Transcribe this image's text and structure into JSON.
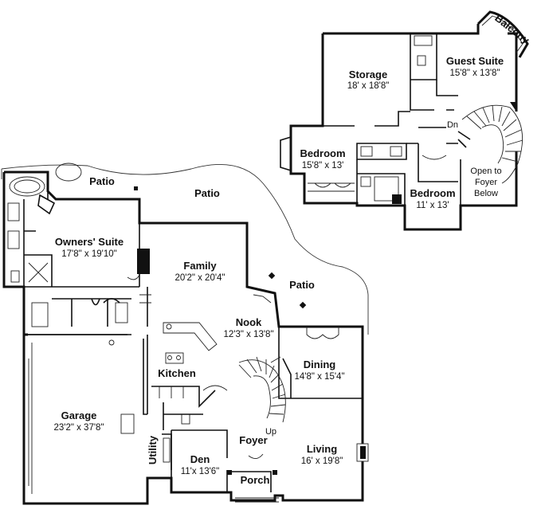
{
  "rooms": {
    "storage": {
      "name": "Storage",
      "dim": "18' x 18'8\""
    },
    "guest_suite": {
      "name": "Guest Suite",
      "dim": "15'8\" x 13'8\""
    },
    "balcony": {
      "name": "Balcony"
    },
    "bedroom_upper_left": {
      "name": "Bedroom",
      "dim": "15'8\" x 13'"
    },
    "bedroom_upper_right": {
      "name": "Bedroom",
      "dim": "11' x 13'"
    },
    "open_to_foyer": {
      "line1": "Open to",
      "line2": "Foyer",
      "line3": "Below"
    },
    "stair_down": "Dn",
    "patio_1": "Patio",
    "patio_2": "Patio",
    "patio_3": "Patio",
    "owners_suite": {
      "name": "Owners' Suite",
      "dim": "17'8\" x 19'10\""
    },
    "family": {
      "name": "Family",
      "dim": "20'2\" x 20'4\""
    },
    "nook": {
      "name": "Nook",
      "dim": "12'3\" x 13'8\""
    },
    "dining": {
      "name": "Dining",
      "dim": "14'8\" x 15'4\""
    },
    "kitchen": {
      "name": "Kitchen"
    },
    "garage": {
      "name": "Garage",
      "dim": "23'2\" x 37'8\""
    },
    "utility": {
      "name": "Utility"
    },
    "den": {
      "name": "Den",
      "dim": "11'x 13'6\""
    },
    "foyer": {
      "name": "Foyer"
    },
    "stair_up": "Up",
    "living": {
      "name": "Living",
      "dim": "16' x 19'8\""
    },
    "porch": {
      "name": "Porch"
    }
  }
}
